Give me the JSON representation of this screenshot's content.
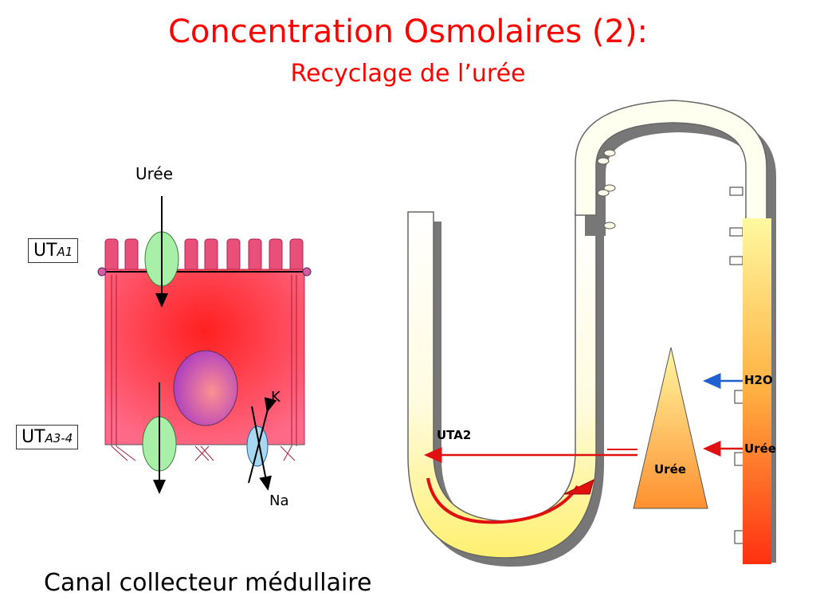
{
  "title": "Concentration Osmolaires (2):",
  "subtitle": "Recyclage de l’urée",
  "caption": "Canal collecteur médullaire",
  "cell": {
    "top_label": "Urée",
    "ut_apical_main": "UT",
    "ut_apical_sub": "A1",
    "ut_basal_main": "UT",
    "ut_basal_sub": "A3-4",
    "k_label": "K",
    "na_label": "Na"
  },
  "loop": {
    "uta2_label": "UTA2",
    "gradient_label": "Urée",
    "h2o_label": "H2O",
    "uree_label": "Urée"
  },
  "colors": {
    "title": "#ff0000",
    "cell_fill": "#ff5a7a",
    "nucleus": "#c060c8",
    "transporter_green": "#a8f0a8",
    "pump_blue": "#a8d8f0",
    "arrow_red": "#e01010",
    "arrow_blue": "#2060d0",
    "tube_yellow": "#fff08a",
    "collecting_duct": "#ff7020"
  }
}
